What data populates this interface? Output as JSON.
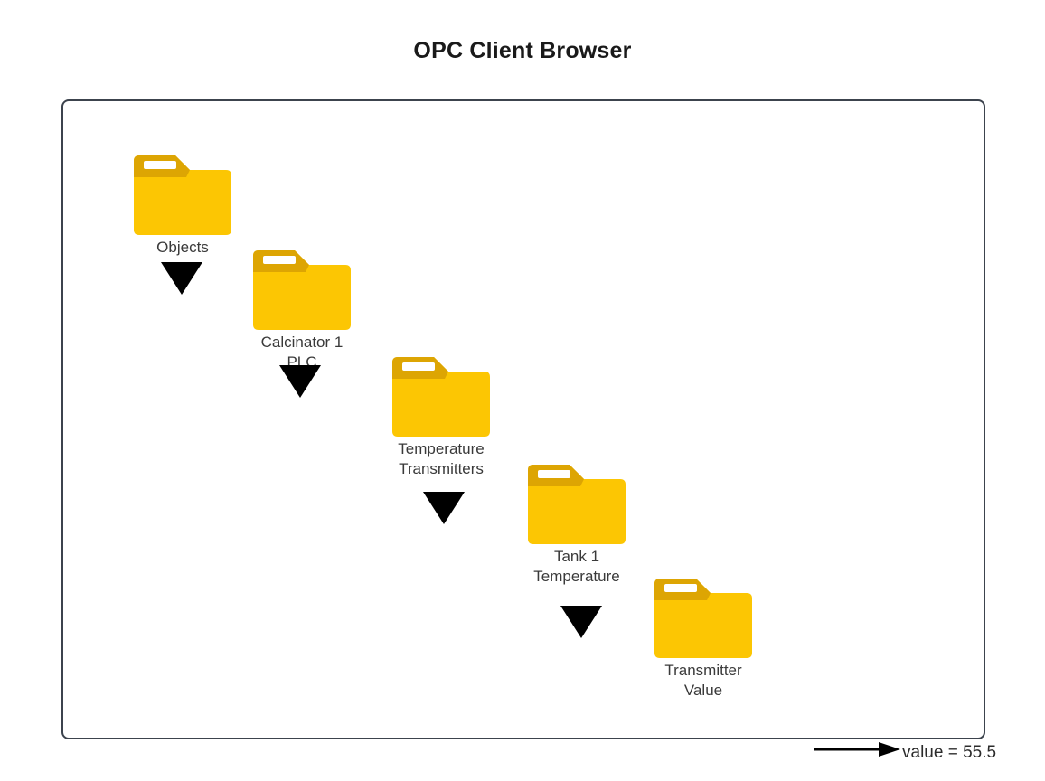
{
  "page": {
    "title": "OPC Client Browser",
    "background_color": "#ffffff",
    "panel_border_color": "#3c434d"
  },
  "colors": {
    "folder_body": "#fcc603",
    "folder_tab": "#dda503",
    "folder_tab_stripe": "#ffffff",
    "connector": "#000000",
    "arrow": "#000000",
    "label_text": "#3a3a3a",
    "title_text": "#1a1a1a"
  },
  "tree": {
    "nodes": [
      {
        "id": "objects",
        "label": "Objects",
        "icon": "folder-icon"
      },
      {
        "id": "calcinator-1-plc",
        "label": "Calcinator 1 PLC",
        "icon": "folder-icon"
      },
      {
        "id": "temperature-transmitters",
        "label": "Temperature\nTransmitters",
        "icon": "folder-icon"
      },
      {
        "id": "tank-1-temperature",
        "label": "Tank 1\nTemperature",
        "icon": "folder-icon"
      },
      {
        "id": "transmitter-value",
        "label": "Transmitter Value",
        "icon": "folder-icon"
      }
    ],
    "connectors": [
      {
        "id": "connector-1",
        "icon": "triangle-down-icon",
        "from": "objects",
        "to": "calcinator-1-plc"
      },
      {
        "id": "connector-2",
        "icon": "triangle-down-icon",
        "from": "calcinator-1-plc",
        "to": "temperature-transmitters"
      },
      {
        "id": "connector-3",
        "icon": "triangle-down-icon",
        "from": "temperature-transmitters",
        "to": "tank-1-temperature"
      },
      {
        "id": "connector-4",
        "icon": "triangle-down-icon",
        "from": "tank-1-temperature",
        "to": "transmitter-value"
      }
    ]
  },
  "value_readout": {
    "icon": "arrow-right-icon",
    "text": "value = 55.5",
    "variable": "value",
    "value": 55.5
  }
}
